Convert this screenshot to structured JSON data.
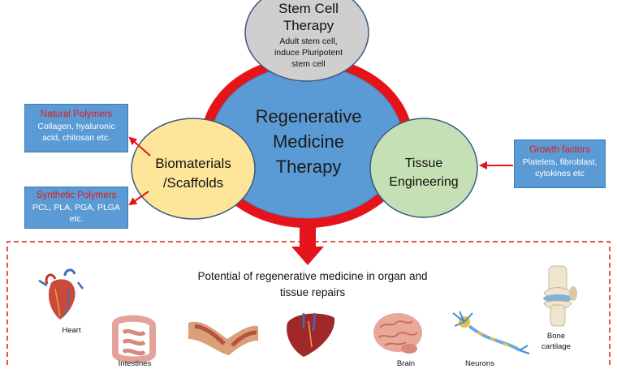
{
  "center": {
    "line1": "Regenerative",
    "line2": "Medicine",
    "line3": "Therapy"
  },
  "stem_cell": {
    "title_line1": "Stem Cell",
    "title_line2": "Therapy",
    "sub_line1": "Adult stem cell,",
    "sub_line2": "induce Pluripotent",
    "sub_line3": "stem cell"
  },
  "biomaterials": {
    "line1": "Biomaterials",
    "line2": "/Scaffolds"
  },
  "tissue_engineering": {
    "line1": "Tissue",
    "line2": "Engineering"
  },
  "natural_polymers": {
    "title": "Natural Polymers",
    "line1": "Collagen, hyaluronic",
    "line2": "acid, chitosan etc."
  },
  "synthetic_polymers": {
    "title": "Synthetic Polymers",
    "line1": "PCL, PLA, PGA, PLGA",
    "line2": "etc."
  },
  "growth_factors": {
    "title": "Growth factors",
    "line1": "Platelets, fibroblast,",
    "line2": "cytokines etc"
  },
  "potential": {
    "line1": "Potential of regenerative medicine in organ and",
    "line2": "tissue repairs"
  },
  "organs": {
    "heart": "Heart",
    "intestines": "Intestines",
    "brain": "Brain",
    "neurons": "Neurons",
    "bone_cartilage_line1": "Bone",
    "bone_cartilage_line2": "cartilage"
  },
  "colors": {
    "center_fill": "#5b9bd5",
    "ring": "#e5141b",
    "stem_fill": "#d0cece",
    "bio_fill": "#fde699",
    "tissue_fill": "#c5e0b4",
    "box_fill": "#5b9bd5",
    "box_title": "#e01818",
    "arrow": "#e5141b"
  }
}
